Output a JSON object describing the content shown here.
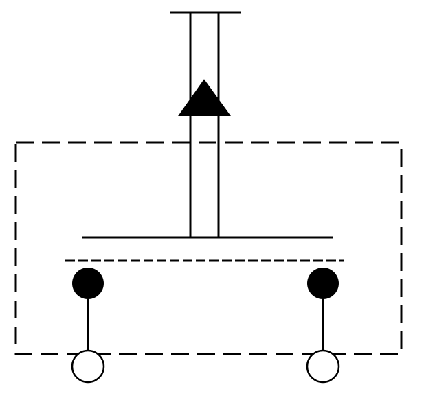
{
  "diagram": {
    "symbol": "pushbutton-switch-normally-open",
    "stroke_color": "#000000",
    "background_color": "#ffffff",
    "fill_closed_terminal": "#000000",
    "fill_open_terminal": "#ffffff",
    "components": {
      "housing": "dashed-rectangle-enclosure",
      "actuator": "plunger-with-cap",
      "actuator_direction_icon": "arrow-up-icon",
      "contact_bar": "movable-contact-bar",
      "contact_gap": "dashed-contact-line",
      "fixed_contacts": [
        "filled-contact-left",
        "filled-contact-right"
      ],
      "external_terminals": [
        "open-terminal-left",
        "open-terminal-right"
      ]
    }
  }
}
